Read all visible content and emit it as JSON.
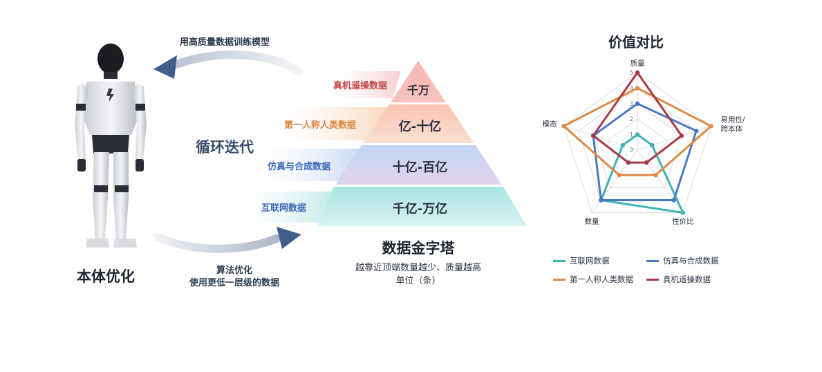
{
  "left": {
    "top_arrow_label": "用高质量数据训练模型",
    "cycle_label": "循环迭代",
    "robot_label": "本体优化",
    "bottom_arrow_label_line1": "算法优化",
    "bottom_arrow_label_line2": "使用更低一层级的数据"
  },
  "pyramid": {
    "levels": [
      {
        "name": "真机遥操数据",
        "amount": "千万",
        "color": "#c0484a"
      },
      {
        "name": "第一人称人类数据",
        "amount": "亿-十亿",
        "color": "#d9843d"
      },
      {
        "name": "仿真与合成数据",
        "amount": "十亿-百亿",
        "color": "#3b67b8"
      },
      {
        "name": "互联网数据",
        "amount": "千亿-万亿",
        "color": "#2fa6a8"
      }
    ],
    "title": "数据金字塔",
    "subtitle_line1": "越靠近顶端数量越少、质量越高",
    "subtitle_line2": "单位（条）"
  },
  "radar": {
    "title": "价值对比",
    "axes": [
      "质量",
      "易用性/\n跨本体",
      "性价比",
      "数量",
      "模态"
    ],
    "ticks": [
      "0",
      "1",
      "2",
      "3",
      "4",
      "5"
    ],
    "max": 5,
    "series": [
      {
        "name": "互联网数据",
        "color": "#3fb2b5",
        "values": [
          1,
          1,
          5,
          4,
          1
        ]
      },
      {
        "name": "仿真与合成数据",
        "color": "#4a77c4",
        "values": [
          3,
          4,
          4,
          4,
          3
        ]
      },
      {
        "name": "第一人称人类数据",
        "color": "#de8a45",
        "values": [
          4,
          5,
          2,
          2,
          5
        ]
      },
      {
        "name": "真机遥操数据",
        "color": "#a63a47",
        "values": [
          5,
          3,
          1,
          1,
          3
        ]
      }
    ]
  }
}
